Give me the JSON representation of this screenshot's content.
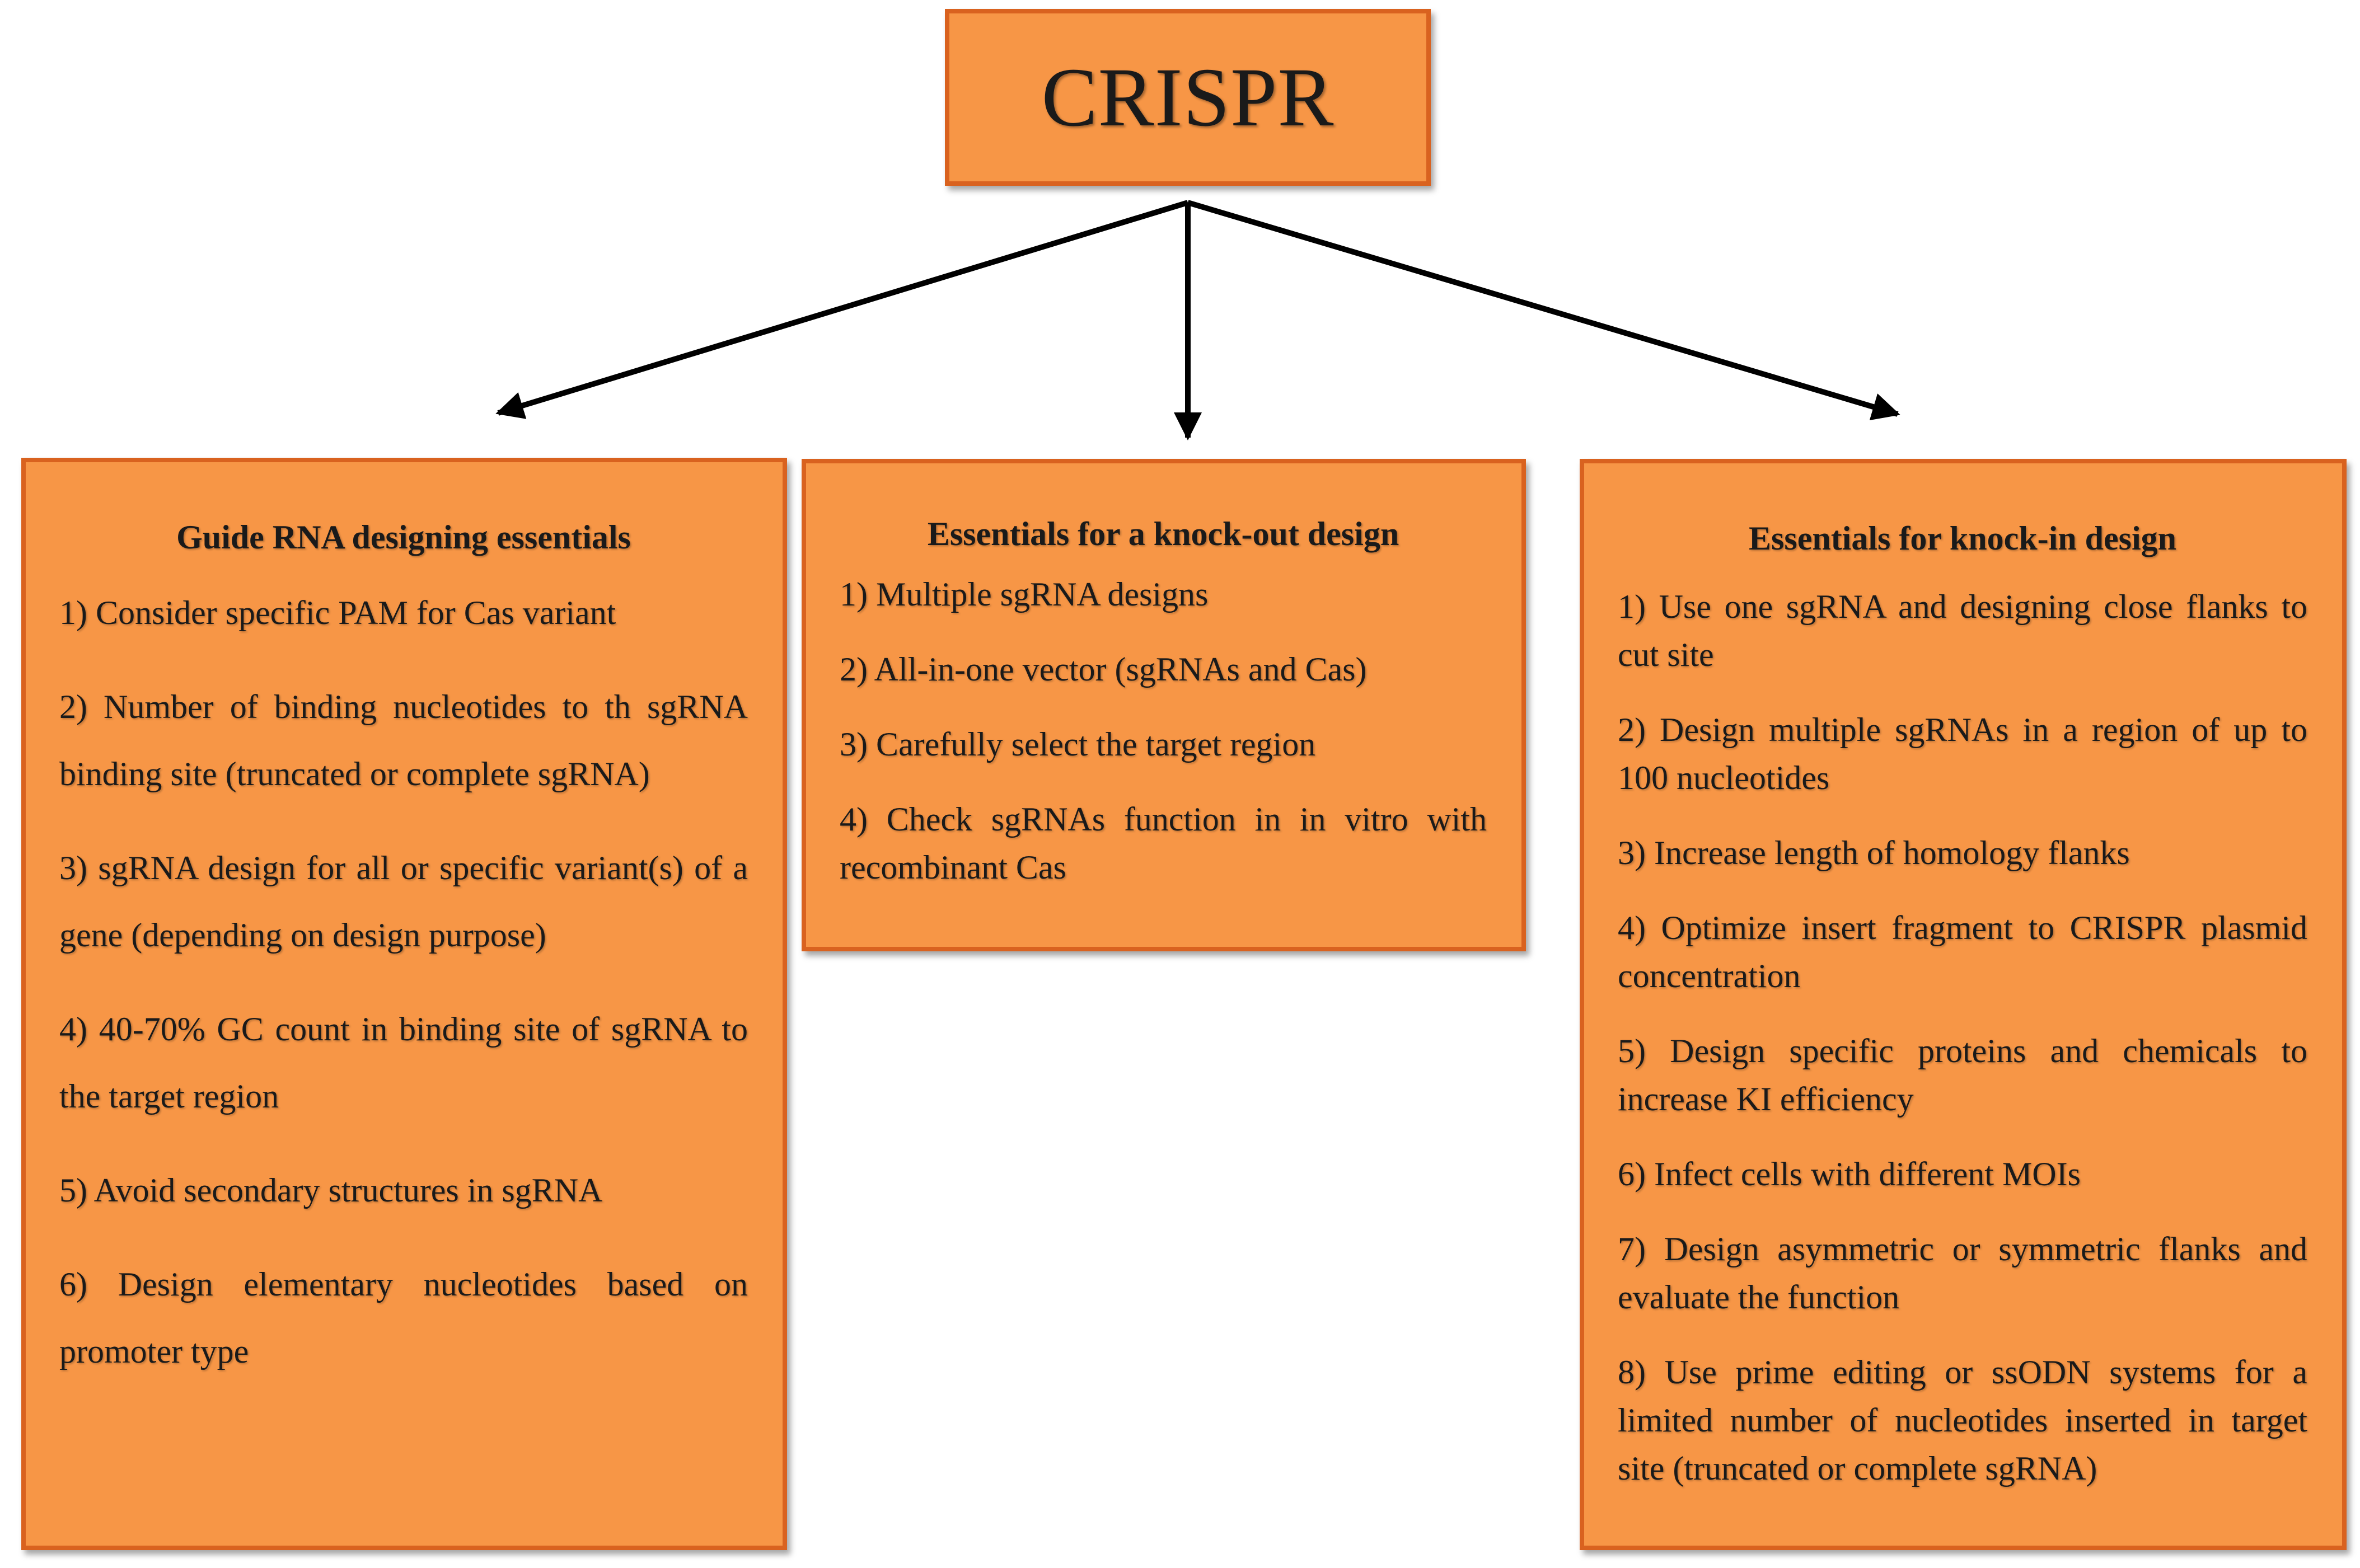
{
  "root": {
    "title": "CRISPR"
  },
  "columns": [
    {
      "title": "Guide RNA designing essentials",
      "items": [
        "1) Consider specific PAM for Cas variant",
        "2) Number of binding nucleotides to th sgRNA binding site (truncated or complete sgRNA)",
        "3) sgRNA design for all or specific variant(s) of a gene (depending on design purpose)",
        "4) 40-70% GC count in binding site of sgRNA to the target region",
        "5) Avoid secondary structures in sgRNA",
        "6) Design elementary nucleotides based on promoter type"
      ]
    },
    {
      "title": "Essentials for a knock-out design",
      "items": [
        "1) Multiple sgRNA designs",
        "2) All-in-one vector (sgRNAs and Cas)",
        "3) Carefully select the target region",
        "4) Check sgRNAs function in in vitro with recombinant Cas"
      ]
    },
    {
      "title": "Essentials for knock-in design",
      "items": [
        "1) Use one sgRNA and designing close flanks to cut site",
        "2) Design multiple sgRNAs in a region of up to 100 nucleotides",
        "3) Increase length of homology flanks",
        "4) Optimize insert fragment to CRISPR plasmid concentration",
        "5) Design specific proteins and chemicals to increase KI efficiency",
        "6) Infect cells with different MOIs",
        "7) Design asymmetric or symmetric flanks and evaluate the function",
        "8) Use prime editing or ssODN systems for a limited number of nucleotides inserted in target site (truncated or complete sgRNA)"
      ]
    }
  ],
  "colors": {
    "box_fill": "#f79646",
    "box_border": "#d9621f",
    "arrow": "#000000"
  }
}
